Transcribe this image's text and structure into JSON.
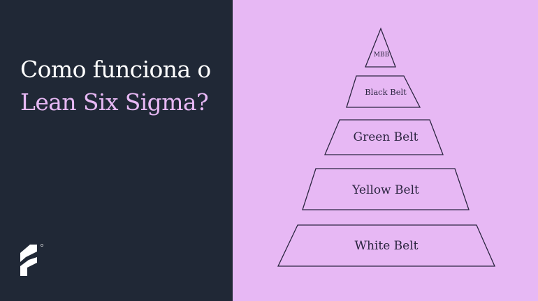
{
  "heading": {
    "line1": "Como funciona o",
    "line2": "Lean Six Sigma?"
  },
  "pyramid": {
    "levels": [
      "MBB",
      "Black Belt",
      "Green Belt",
      "Yellow Belt",
      "White Belt"
    ]
  },
  "logo": {
    "icon": "brand-logo-icon"
  },
  "colors": {
    "dark_panel": "#202836",
    "lilac_panel": "#e7b8f4",
    "white_text": "#ffffff",
    "accent_text": "#e7b8f4",
    "outline": "#2b2540"
  }
}
